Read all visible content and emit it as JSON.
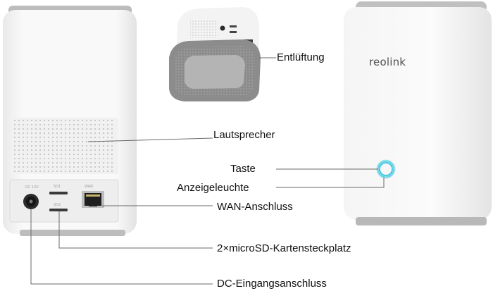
{
  "brand": "reolink",
  "callouts": {
    "vent": "Entlüftung",
    "speaker": "Lautsprecher",
    "button": "Taste",
    "indicator": "Anzeigeleuchte",
    "wan": "WAN-Anschluss",
    "microsd": "2×microSD-Kartensteckplatz",
    "dc": "DC-Eingangsanschluss"
  },
  "colors": {
    "body": "#f7f7f7",
    "cap": "#b9b9b9",
    "line": "#6a6a6a",
    "indicator": "#39c6df"
  }
}
